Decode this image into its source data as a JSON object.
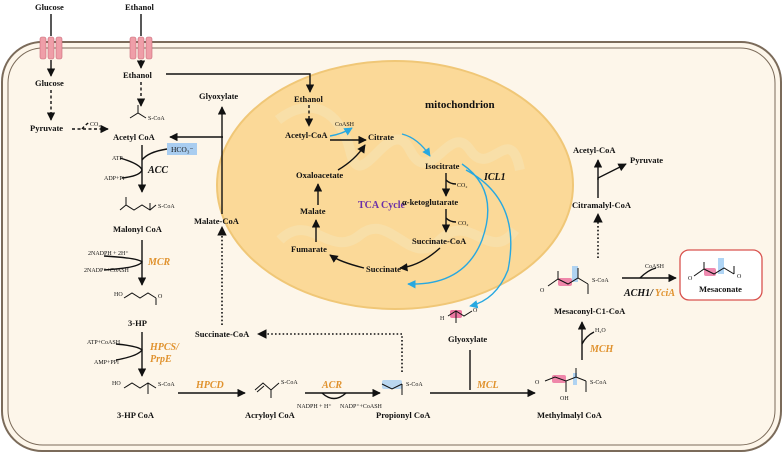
{
  "metabolites": {
    "glucose_out": "Glucose",
    "ethanol_out": "Ethanol",
    "glucose_in": "Glucose",
    "ethanol_in": "Ethanol",
    "pyruvate": "Pyruvate",
    "co2": "CO₂",
    "acetyl_coa": "Acetyl CoA",
    "hco3": "HCO₃⁻",
    "atp": "ATP",
    "adp_pi": "ADP+Pi",
    "malonyl_coa": "Malonyl CoA",
    "nadph_in": "2NADPH + 2H⁺",
    "nadp_out": "2NADP⁺+CoASH",
    "hp3": "3-HP",
    "atp_coash": "ATP+CoASH",
    "amp_ppi": "AMP+PPi",
    "hp3_coa": "3-HP CoA",
    "acryloyl_coa": "Acryloyl CoA",
    "nadph_h": "NADPH + H⁺",
    "nadp_coash": "NADP⁺+CoASH",
    "propionyl_coa": "Propionyl CoA",
    "glyoxylate_mid": "Glyoxylate",
    "methylmalyl_coa": "Methylmalyl CoA",
    "h2o": "H₂O",
    "mesaconyl_coa": "Mesaconyl-C1-CoA",
    "coash": "CoASH",
    "mesaconate": "Mesaconate",
    "citramalyl_coa": "Citramalyl-CoA",
    "acetyl_coa_right": "Acetyl-CoA",
    "pyruvate_right": "Pyruvate",
    "succinate_coa_left": "Succinate-CoA",
    "malate_coa": "Malate-CoA",
    "glyoxylate_top": "Glyoxylate",
    "scoa": "S-CoA",
    "oh": "OH"
  },
  "mitochondrion": {
    "title": "mitochondrion",
    "cycle_label": "TCA Cycle",
    "ethanol": "Ethanol",
    "acetyl_coa": "Acetyl-CoA",
    "coash": "CoASH",
    "citrate": "Citrate",
    "isocitrate": "Isocitrate",
    "co2_1": "CO₂",
    "akg": "α-ketoglutarate",
    "co2_2": "CO₂",
    "succinyl_coa": "Succinate-CoA",
    "succinate": "Succinate",
    "fumarate": "Fumarate",
    "malate": "Malate",
    "oxaloacetate": "Oxaloacetate"
  },
  "enzymes": {
    "acc": "ACC",
    "mcr": "MCR",
    "hpcs": "HPCS/",
    "prpe": "PrpE",
    "hpcd": "HPCD",
    "acr": "ACR",
    "mcl": "MCL",
    "mch": "MCH",
    "ach1": "ACH1/",
    "ycia": "YciA",
    "icl1": "ICL1"
  },
  "colors": {
    "cell_fill": "#fdf6ea",
    "cell_border": "#7b6b5a",
    "mito_fill": "#fbd998",
    "enzyme": "#e0922e",
    "blue_arrow": "#28a8e0",
    "tca_label": "#6a2ea8",
    "mesaconate_box": "#d9534f",
    "hco3_box": "#a9cdf0",
    "highlight_blue": "#9ccbf2",
    "highlight_pink": "#e8588f",
    "transporter": "#ef9ea8"
  }
}
